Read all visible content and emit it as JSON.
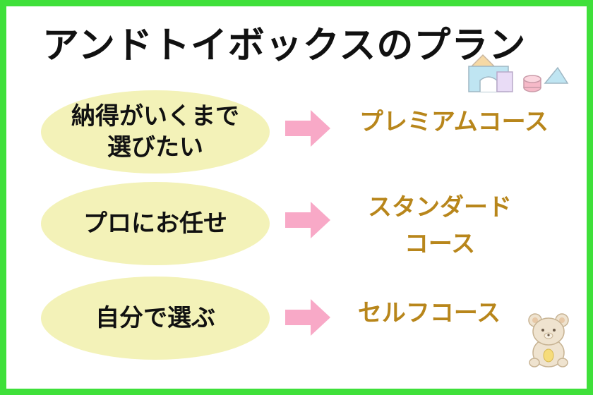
{
  "title": "アンドトイボックスのプラン",
  "colors": {
    "border": "#3fe03a",
    "ellipse": "#f3f2b8",
    "arrow": "#f8a9c7",
    "result_text": "#b8861b"
  },
  "rows": [
    {
      "choice_lines": [
        "納得がいくまで",
        "選びたい"
      ],
      "plan_lines": [
        "プレミアムコース"
      ]
    },
    {
      "choice_lines": [
        "プロにお任せ"
      ],
      "plan_lines": [
        "スタンダード",
        "コース"
      ]
    },
    {
      "choice_lines": [
        "自分で選ぶ"
      ],
      "plan_lines": [
        "セルフコース"
      ]
    }
  ],
  "icons": [
    "toy-blocks-icon",
    "teddy-bear-icon",
    "right-arrow-icon"
  ]
}
